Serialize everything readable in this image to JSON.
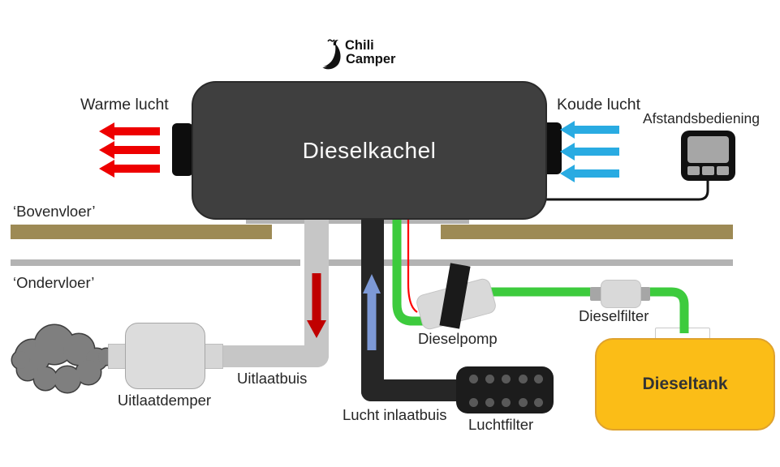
{
  "logo": {
    "brand_line1": "Chili",
    "brand_line2": "Camper"
  },
  "heater": {
    "label": "Dieselkachel"
  },
  "labels": {
    "warm_air": "Warme lucht",
    "cold_air": "Koude lucht",
    "remote_control": "Afstandsbediening",
    "upper_floor": "‘Bovenvloer’",
    "lower_floor": "‘Ondervloer’",
    "muffler": "Uitlaatdemper",
    "exhaust_pipe": "Uitlaatbuis",
    "air_inlet_pipe": "Lucht inlaatbuis",
    "air_filter": "Luchtfilter",
    "fuel_pump": "Dieselpomp",
    "fuel_filter": "Dieselfilter",
    "fuel_tank": "Dieseltank"
  },
  "colors": {
    "warm_air_arrow": "#ee0000",
    "cold_air_arrow": "#29abe2",
    "exhaust_flow_arrow": "#c00000",
    "intake_flow_arrow": "#7d99d6",
    "fuel_line": "#3dcb3d",
    "pump_wire": "#ff0000",
    "remote_wire": "#141414",
    "heater_body": "#3f3f3f",
    "upper_floor_bar": "#9d8a55",
    "lower_floor_bar": "#b3b3b3",
    "fuel_tank_fill": "#fbbd17",
    "smoke": "#7f7f7f"
  }
}
